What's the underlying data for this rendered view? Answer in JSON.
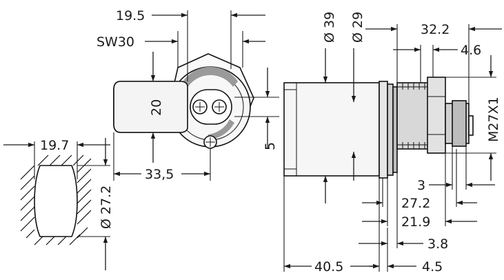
{
  "drawing": {
    "labels": {
      "d19_5": "19.5",
      "sw30": "SW30",
      "d20": "20",
      "d5": "5",
      "d33_5": "33,5",
      "d19_7": "19.7",
      "d27_2_left": "Ø 27.2",
      "d39": "Ø 39",
      "d29": "Ø 29",
      "d32_2": "32.2",
      "d4_6": "4.6",
      "m27": "M27X1",
      "d3": "3",
      "d27_2_right": "27.2",
      "d21_9": "21.9",
      "d3_8": "3.8",
      "d40_5": "40.5",
      "d4_5": "4.5"
    },
    "colors": {
      "line": "#111111",
      "body_fill": "#f4f4f4",
      "metal_fill": "#d8d8d8",
      "background": "#ffffff"
    }
  }
}
